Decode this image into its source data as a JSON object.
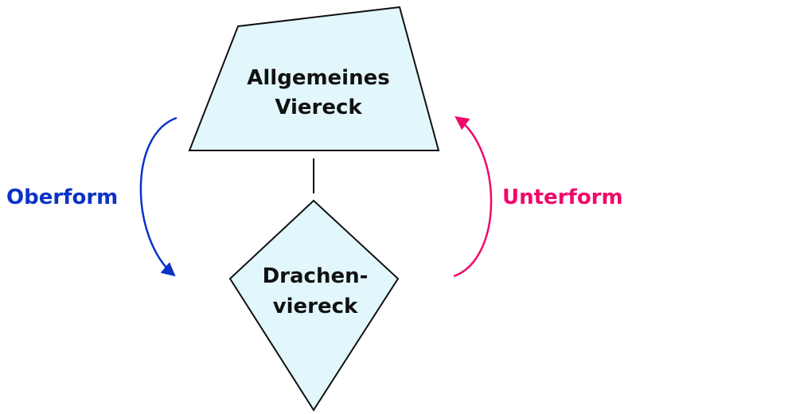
{
  "shapes": {
    "general": {
      "line1": "Allgemeines",
      "line2": "Viereck"
    },
    "kite": {
      "line1": "Drachen-",
      "line2": "viereck"
    }
  },
  "arrows": {
    "left_label": "Oberform",
    "right_label": "Unterform"
  },
  "colors": {
    "shape_fill": "#e2f7fc",
    "stroke": "#111111",
    "oberform": "#0a32c8",
    "unterform": "#f0086a"
  }
}
